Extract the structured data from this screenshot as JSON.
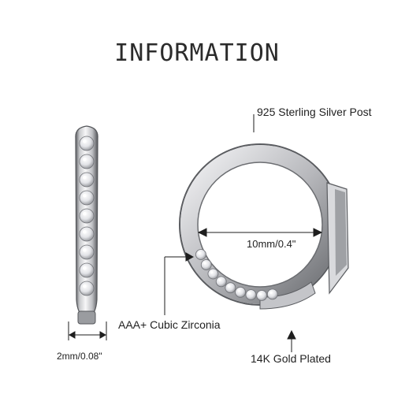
{
  "title": "INFORMATION",
  "labels": {
    "post": "925 Sterling Silver Post",
    "diameter": "10mm/0.4\"",
    "stones": "AAA+ Cubic Zirconia",
    "plating": "14K Gold Plated",
    "width": "2mm/0.08\""
  },
  "colors": {
    "metal_light": "#f4f4f6",
    "metal_mid": "#c9cacd",
    "metal_dark": "#6e7074",
    "annotation": "#1e1e1e",
    "text": "#222222"
  }
}
